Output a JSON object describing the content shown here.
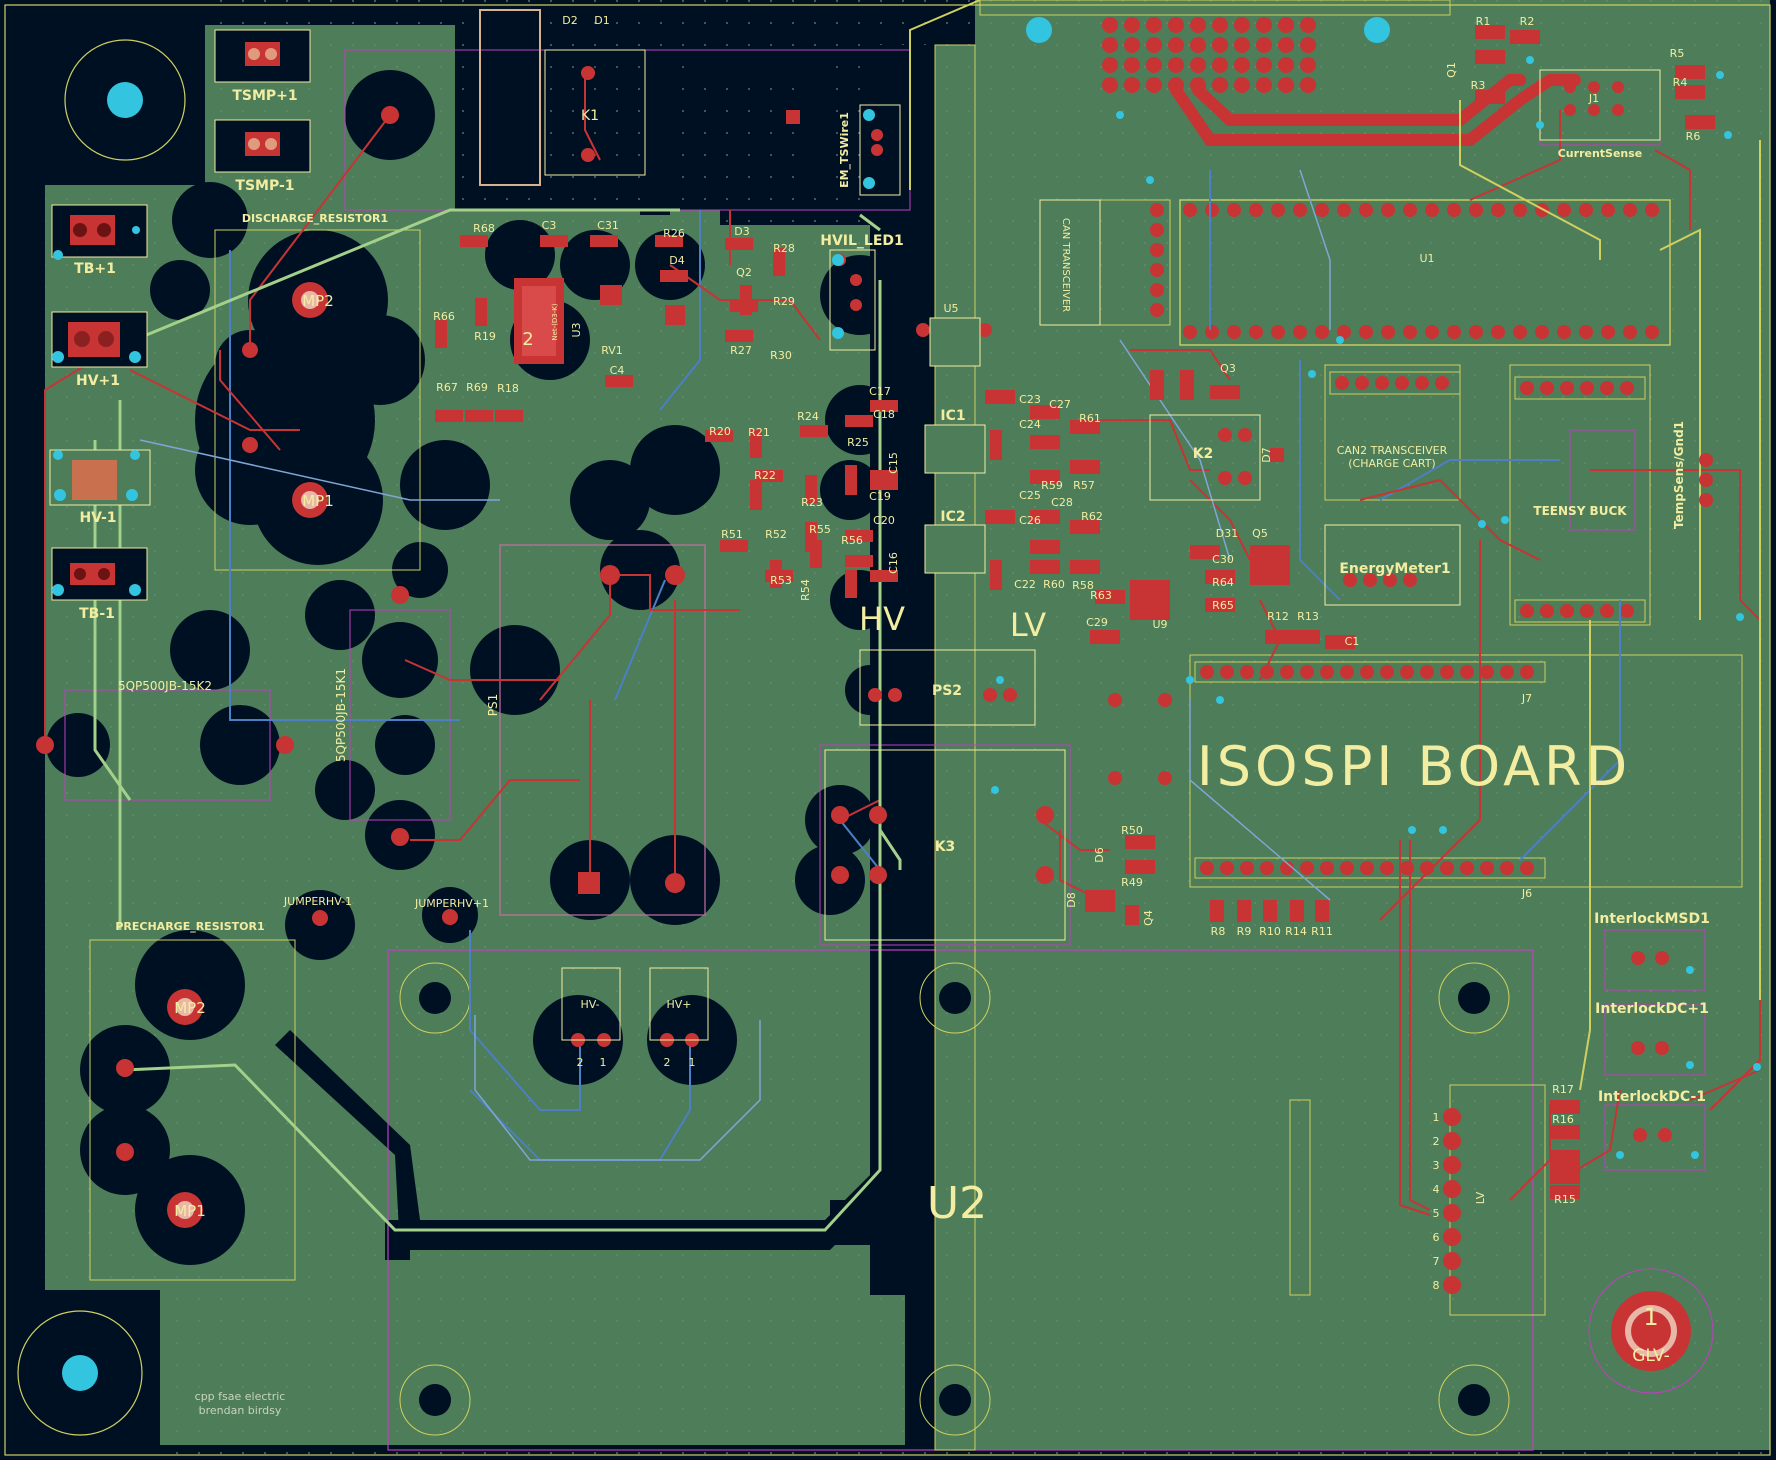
{
  "colors": {
    "background": "#001023",
    "copper_fill": "#4d7d59",
    "front_copper": "#c83434",
    "back_copper": "#4d7fc4",
    "silkscreen": "#f2eda1",
    "courtyard": "#c040c0",
    "edge_cuts": "#d0d060",
    "via": "#33c4e0"
  },
  "silk": {
    "tsmp_plus": "TSMP+1",
    "tsmp_minus": "TSMP-1",
    "tb_plus": "TB+1",
    "hv_plus": "HV+1",
    "hv_minus": "HV-1",
    "tb_minus": "TB-1",
    "discharge_resistor": "DISCHARGE_RESISTOR1",
    "mp2_top": "MP2",
    "mp1_top": "MP1",
    "resistor_15k2": "5QP500JB-15K2",
    "resistor_15k1": "5QP500JB-15K1",
    "ps1": "PS1",
    "jumper_hv_minus": "JUMPERHV-1",
    "jumper_hv_plus": "JUMPERHV+1",
    "precharge_resistor": "PRECHARGE_RESISTOR1",
    "mp2_bottom": "MP2",
    "mp1_bottom": "MP1",
    "k1": "K1",
    "d2": "D2",
    "d1": "D1",
    "em_tswire": "EM_TSWire1",
    "hvil_led": "HVIL_LED1",
    "u5": "U5",
    "ic1": "IC1",
    "ic2": "IC2",
    "hv_zone": "HV",
    "lv_zone": "LV",
    "ps2": "PS2",
    "k3": "K3",
    "u2": "U2",
    "hv_minus_conn": "HV-",
    "hv_plus_conn": "HV+",
    "can_transceiver": "CAN TRANSCEIVER",
    "u1": "U1",
    "can2_line1": "CAN2 TRANSCEIVER",
    "can2_line2": "(CHARGE CART)",
    "teensy_buck": "TEENSY BUCK",
    "temp_sens": "TempSens/Gnd1",
    "energy_meter": "EnergyMeter1",
    "k2": "K2",
    "isospi": "ISOSPI BOARD",
    "j7": "J7",
    "j6": "J6",
    "current_sense": "CurrentSense",
    "interlock_msd": "InterlockMSD1",
    "interlock_dc_plus": "InterlockDC+1",
    "interlock_dc_minus": "InterlockDC-1",
    "lv_conn": "LV",
    "glv_minus": "GLV-",
    "glv_pin": "1",
    "credit_line1": "cpp fsae electric",
    "credit_line2": "brendan birdsy",
    "chip_u3_pin": "2",
    "chip_u3_text": "Net-(D3-K)",
    "u3": "U3",
    "rv1": "RV1",
    "q1": "Q1",
    "q3": "Q3",
    "q4": "Q4",
    "q5": "Q5",
    "d6": "D6",
    "d7": "D7",
    "d8": "D8",
    "d31": "D31",
    "u9": "U9",
    "j1": "J1"
  },
  "small_refs": {
    "r68": "R68",
    "c3": "C3",
    "c31": "C31",
    "r26": "R26",
    "d3": "D3",
    "r28": "R28",
    "d4": "D4",
    "q2": "Q2",
    "r29": "R29",
    "r27": "R27",
    "r30": "R30",
    "r66": "R66",
    "r19": "R19",
    "c4": "C4",
    "r67": "R67",
    "r69": "R69",
    "r18": "R18",
    "r20": "R20",
    "r21": "R21",
    "r24": "R24",
    "r22": "R22",
    "r23": "R23",
    "r25": "R25",
    "c17": "C17",
    "c18": "C18",
    "c15": "C15",
    "c19": "C19",
    "c20": "C20",
    "c16": "C16",
    "r51": "R51",
    "r52": "R52",
    "r55": "R55",
    "r56": "R56",
    "r53": "R53",
    "r54": "R54",
    "c23": "C23",
    "c27": "C27",
    "r61": "R61",
    "c24": "C24",
    "r59": "R59",
    "r57": "R57",
    "c25": "C25",
    "c28": "C28",
    "r62": "R62",
    "c26": "C26",
    "c22": "C22",
    "r60": "R60",
    "r58": "R58",
    "r63": "R63",
    "c29": "C29",
    "r12": "R12",
    "r13": "R13",
    "c1": "C1",
    "r50": "R50",
    "r49": "R49",
    "r8": "R8",
    "r9": "R9",
    "r10": "R10",
    "r14": "R14",
    "r11": "R11",
    "r1": "R1",
    "r2": "R2",
    "r3": "R3",
    "r4": "R4",
    "r5": "R5",
    "r6": "R6",
    "r17": "R17",
    "r16": "R16",
    "r15": "R15",
    "r64": "R64",
    "r65": "R65",
    "c30": "C30"
  },
  "lv_pin_numbers": [
    "1",
    "2",
    "3",
    "4",
    "5",
    "6",
    "7",
    "8"
  ],
  "conn_pin_numbers": [
    "2",
    "1",
    "2",
    "1"
  ]
}
